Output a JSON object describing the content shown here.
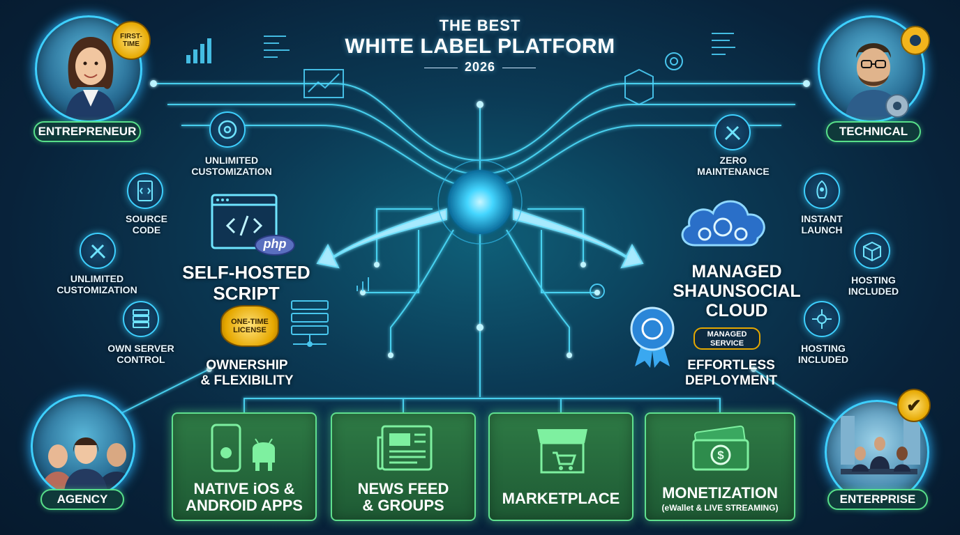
{
  "header": {
    "line1": "THE BEST",
    "line2": "WHITE LABEL PLATFORM",
    "year": "2026"
  },
  "personas": {
    "entrepreneur": {
      "label": "ENTREPRENEUR",
      "badge": "FIRST-TIME"
    },
    "technical": {
      "label": "TECHNICAL"
    },
    "agency": {
      "label": "AGENCY"
    },
    "enterprise": {
      "label": "ENTERPRISE"
    }
  },
  "left": {
    "feature_top": "UNLIMITED CUSTOMIZATION",
    "source_code": "SOURCE CODE",
    "unlimited": "UNLIMITED CUSTOMIZATION",
    "server": "OWN SERVER CONTROL",
    "php_label": "php",
    "title_line1": "SELF-HOSTED",
    "title_line2": "SCRIPT",
    "license_badge": "ONE-TIME LICENSE",
    "subtitle_line1": "OWNERSHIP",
    "subtitle_line2": "& FLEXIBILITY"
  },
  "right": {
    "zero": "ZERO MAINTENANCE",
    "instant": "INSTANT LAUNCH",
    "hosting1": "HOSTING INCLUDED",
    "hosting2": "HOSTING INCLUDED",
    "title_line1": "MANAGED",
    "title_line2": "SHAUNSOCIAL",
    "title_line3": "CLOUD",
    "managed_badge": "MANAGED SERVICE",
    "subtitle_line1": "EFFORTLESS",
    "subtitle_line2": "DEPLOYMENT"
  },
  "cards": [
    {
      "line1": "NATIVE iOS &",
      "line2": "ANDROID APPS"
    },
    {
      "line1": "NEWS FEED",
      "line2": "& GROUPS"
    },
    {
      "line1": "MARKETPLACE",
      "line2": ""
    },
    {
      "line1": "MONETIZATION",
      "line2": "(eWallet & LIVE STREAMING)"
    }
  ],
  "colors": {
    "accent": "#3ed0ff",
    "green": "#5fe08e",
    "gold": "#e6a800"
  }
}
